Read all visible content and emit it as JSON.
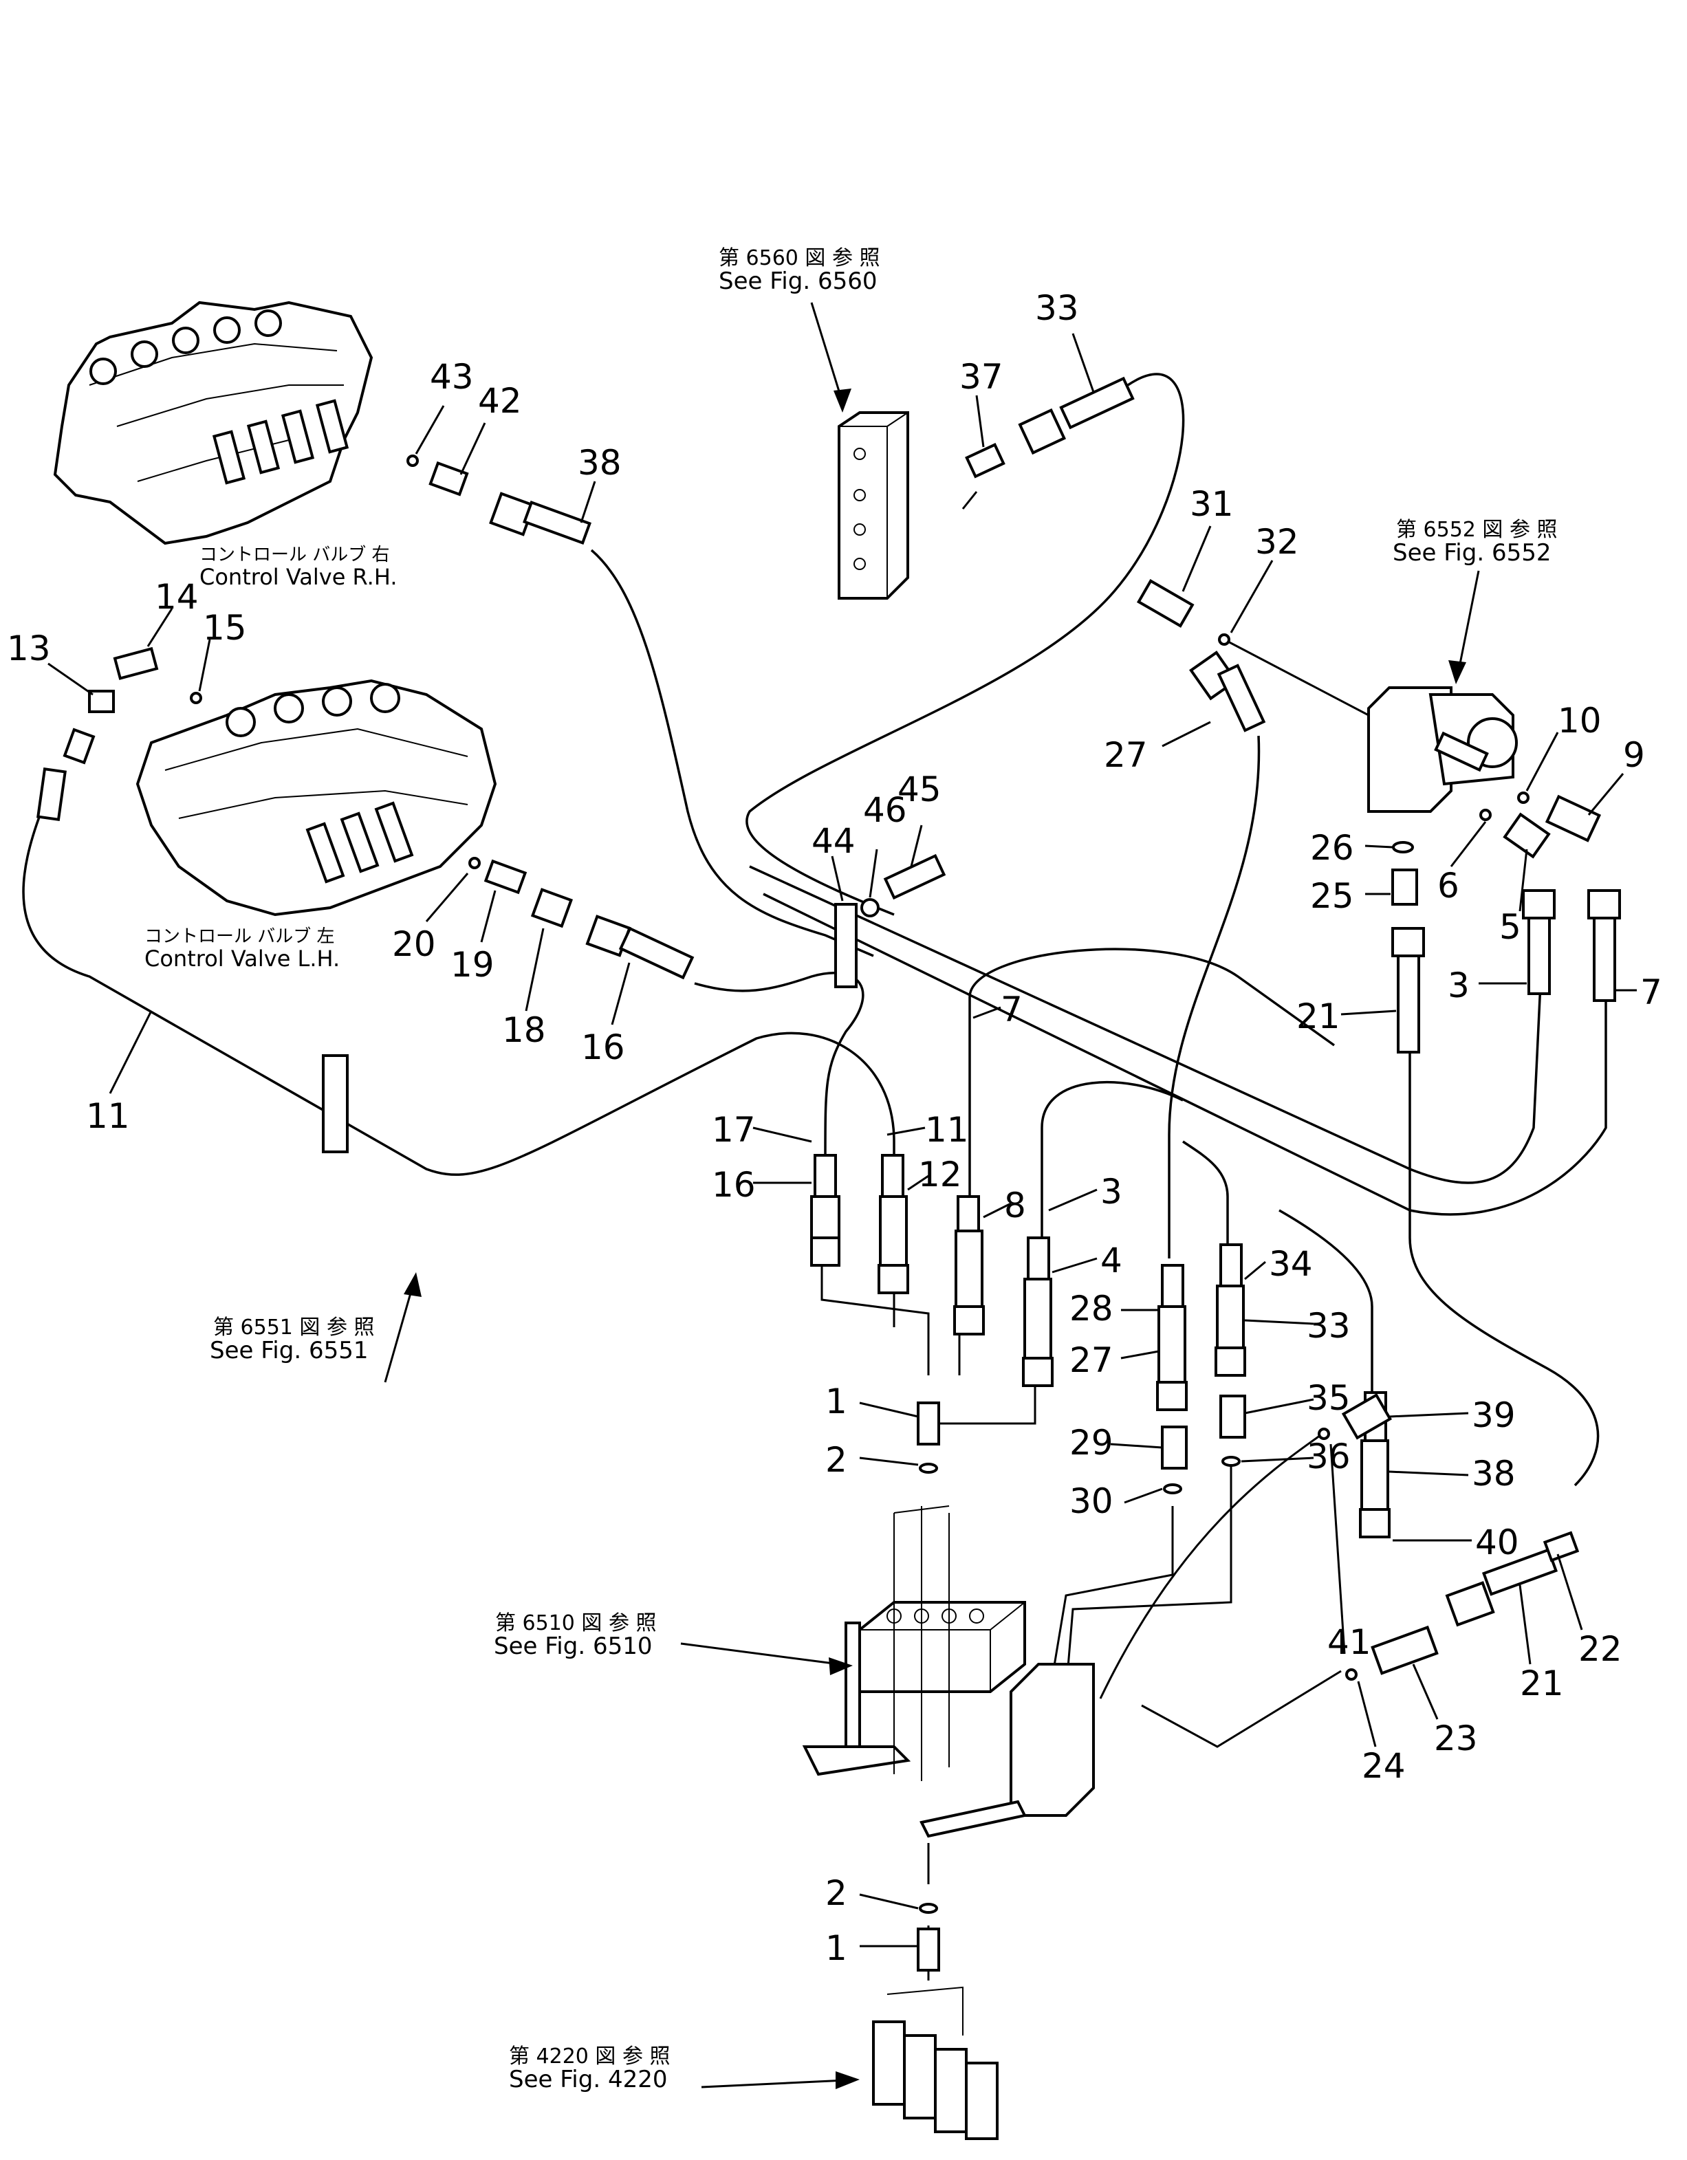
{
  "references": {
    "fig6560": {
      "jp": "第 6560 図 参 照",
      "en": "See Fig. 6560"
    },
    "fig6552": {
      "jp": "第 6552 図 参 照",
      "en": "See Fig. 6552"
    },
    "fig6551": {
      "jp": "第 6551 図 参 照",
      "en": "See Fig. 6551"
    },
    "fig6510": {
      "jp": "第 6510 図 参 照",
      "en": "See Fig. 6510"
    },
    "fig4220": {
      "jp": "第 4220 図 参 照",
      "en": "See Fig. 4220"
    }
  },
  "components": {
    "valve_rh": {
      "jp": "コントロール バルブ 右",
      "en": "Control Valve R.H."
    },
    "valve_lh": {
      "jp": "コントロール バルブ 左",
      "en": "Control Valve L.H."
    }
  },
  "callouts": [
    "43",
    "42",
    "38",
    "14",
    "15",
    "13",
    "20",
    "19",
    "18",
    "16",
    "11",
    "37",
    "33",
    "31",
    "32",
    "27",
    "10",
    "9",
    "26",
    "6",
    "25",
    "5",
    "21",
    "3",
    "7",
    "46",
    "45",
    "44",
    "17",
    "16",
    "11",
    "12",
    "7",
    "8",
    "3",
    "4",
    "34",
    "33",
    "28",
    "27",
    "1",
    "2",
    "29",
    "35",
    "36",
    "30",
    "39",
    "38",
    "40",
    "41",
    "22",
    "21",
    "23",
    "24",
    "2",
    "1"
  ]
}
